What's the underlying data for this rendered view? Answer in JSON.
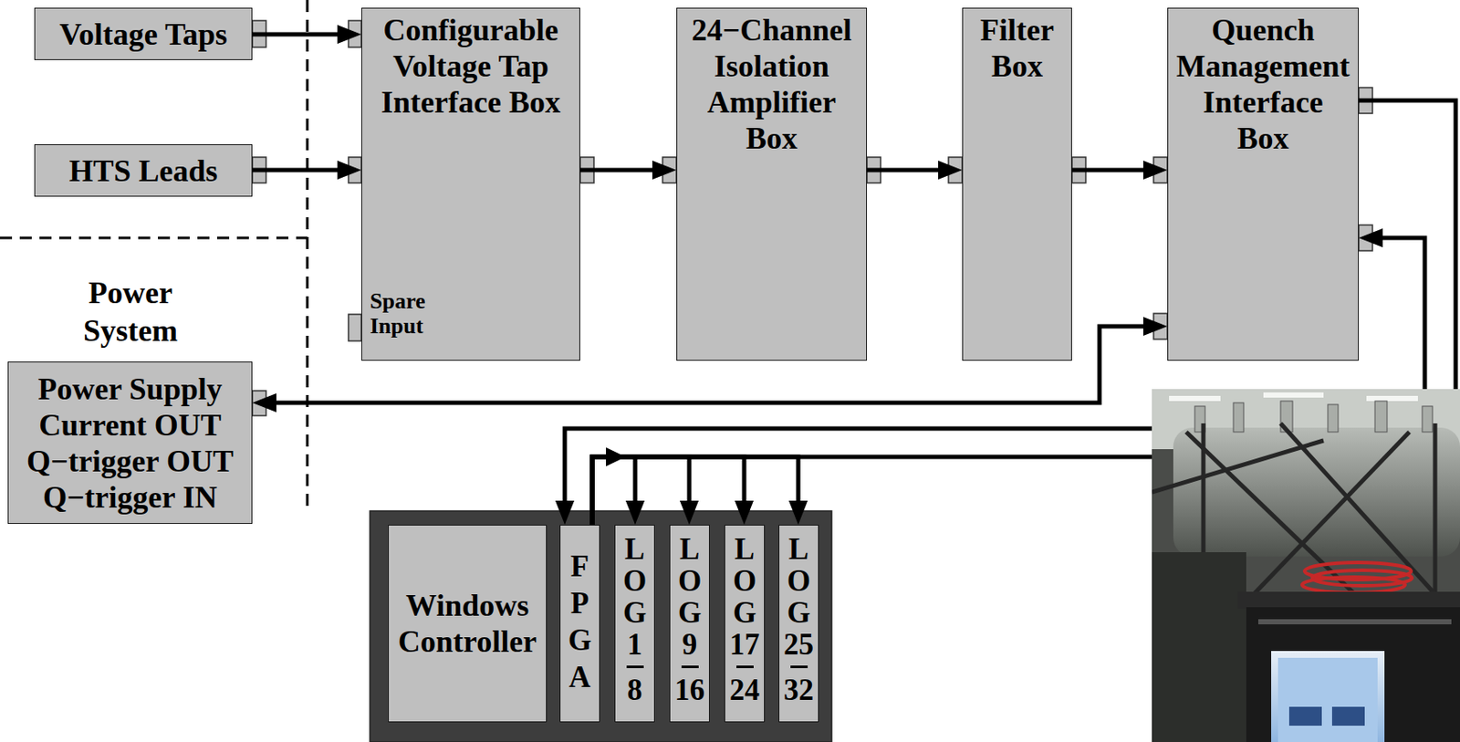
{
  "diagram": {
    "nodes": [
      {
        "text": [
          "Voltage Taps"
        ]
      },
      {
        "text": [
          "HTS Leads"
        ]
      },
      {
        "text": [
          "Configurable Voltage Tap Interface Box",
          "Spare Input"
        ]
      },
      {
        "text": [
          "24−Channel Isolation Amplifier Box"
        ]
      },
      {
        "text": [
          "Filter Box"
        ]
      },
      {
        "text": [
          "Quench Management Interface Box"
        ]
      },
      {
        "text": [
          "Power Supply",
          "Current OUT",
          "Q−trigger OUT",
          "Q−trigger IN"
        ]
      },
      {
        "text": [
          "Windows Controller"
        ]
      },
      {
        "text": [
          "FPGA"
        ]
      },
      {
        "text": [
          "LOG",
          "1",
          "8"
        ]
      },
      {
        "text": [
          "LOG",
          "9",
          "16"
        ]
      },
      {
        "text": [
          "LOG",
          "17",
          "24"
        ]
      },
      {
        "text": [
          "LOG",
          "25",
          "32"
        ]
      }
    ],
    "edges": [
      {
        "from": 0,
        "to": 2,
        "arrow": "to"
      },
      {
        "from": 1,
        "to": 2,
        "arrow": "to"
      },
      {
        "from": 2,
        "to": 3,
        "arrow": "to"
      },
      {
        "from": 3,
        "to": 4,
        "arrow": "to"
      },
      {
        "from": 4,
        "to": 5,
        "arrow": "to"
      },
      {
        "from": 5,
        "to": 6,
        "arrow": "both"
      },
      {
        "from": 5,
        "to": 8,
        "arrow": "to"
      },
      {
        "from": 8,
        "to": 5,
        "arrow": "to"
      },
      {
        "from": 8,
        "to": 9,
        "arrow": "to"
      },
      {
        "from": 8,
        "to": 10,
        "arrow": "to"
      },
      {
        "from": 8,
        "to": 11,
        "arrow": "to"
      },
      {
        "from": 8,
        "to": 12,
        "arrow": "to"
      }
    ],
    "labels": [
      "Power System"
    ]
  }
}
